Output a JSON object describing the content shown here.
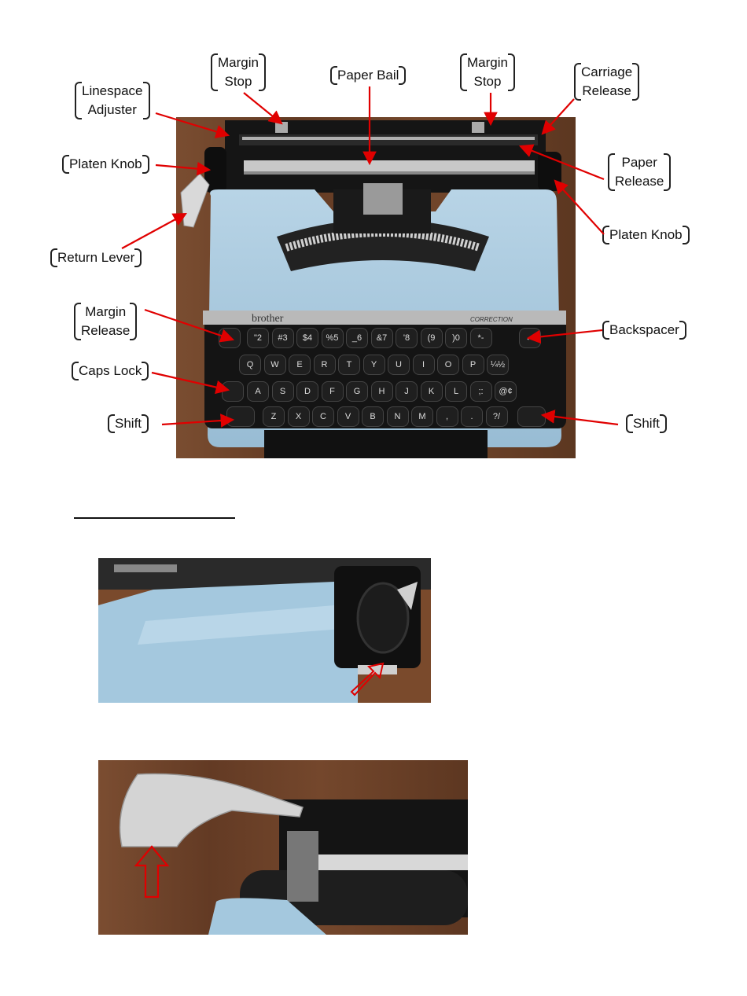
{
  "labels": {
    "margin_stop_left": [
      "Margin",
      "Stop"
    ],
    "paper_bail": [
      "Paper Bail"
    ],
    "margin_stop_right": [
      "Margin",
      "Stop"
    ],
    "carriage_release": [
      "Carriage",
      "Release"
    ],
    "linespace_adjuster": [
      "Linespace",
      "Adjuster"
    ],
    "platen_knob_left": [
      "Platen Knob"
    ],
    "paper_release": [
      "Paper",
      "Release"
    ],
    "platen_knob_right": [
      "Platen Knob"
    ],
    "return_lever": [
      "Return Lever"
    ],
    "margin_release": [
      "Margin",
      "Release"
    ],
    "backspacer": [
      "Backspacer"
    ],
    "caps_lock": [
      "Caps Lock"
    ],
    "shift_left": [
      "Shift"
    ],
    "shift_right": [
      "Shift"
    ]
  },
  "typewriter": {
    "brand": "brother",
    "model_badge": "CORRECTION",
    "keys_row1": [
      "\"2",
      "#3",
      "$4",
      "%5",
      "_6",
      "&7",
      "'8",
      "(9",
      ")0",
      "*-"
    ],
    "keys_row2": [
      "Q",
      "W",
      "E",
      "R",
      "T",
      "Y",
      "U",
      "I",
      "O",
      "P",
      "¼½"
    ],
    "keys_row3": [
      "A",
      "S",
      "D",
      "F",
      "G",
      "H",
      "J",
      "K",
      "L",
      ";:",
      "@¢"
    ],
    "keys_row4": [
      "Z",
      "X",
      "C",
      "V",
      "B",
      "N",
      "M",
      ",",
      ".",
      "?/"
    ]
  },
  "colors": {
    "arrow": "#e00000",
    "body": "#a8c8dc",
    "wood": "#6a4027",
    "key": "#1f1f1f"
  }
}
